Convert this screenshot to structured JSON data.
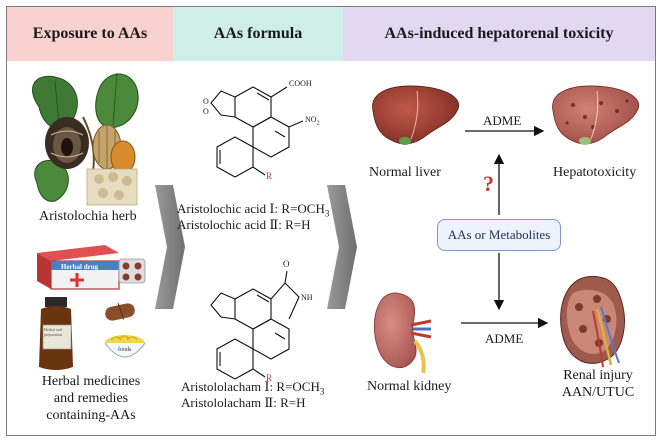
{
  "headers": {
    "exposure": "Exposure to AAs",
    "formula": "AAs  formula",
    "toxicity": "AAs-induced hepatorenal toxicity"
  },
  "exposure": {
    "herb_label": "Aristolochia herb",
    "herbal_drug_label": "Herbal drug",
    "bottle_label": "Herbal oral preparation",
    "foods_label": "foods",
    "medicines_label_line1": "Herbal medicines",
    "medicines_label_line2": "and remedies",
    "medicines_label_line3": "containing-AAs"
  },
  "formula": {
    "acid_cooh": "COOH",
    "acid_no2": "NO",
    "acid_no2_sub": "2",
    "acid_r": "R",
    "acid_line1": "Aristolochic acid Ⅰ: R=OCH",
    "acid_line1_sub": "3",
    "acid_line2": "Aristolochic acid Ⅱ: R=H",
    "lactam_o": "O",
    "lactam_nh": "NH",
    "lactam_r": "R",
    "lactam_line1": "Aristololacham Ⅰ: R=OCH",
    "lactam_line1_sub": "3",
    "lactam_line2": "Aristololacham Ⅱ: R=H",
    "ring_o1": "O",
    "ring_o2": "O"
  },
  "toxicity": {
    "normal_liver": "Normal liver",
    "adme_top": "ADME",
    "hepatotoxicity": "Hepatotoxicity",
    "question_mark": "?",
    "metabolites": "AAs or Metabolites",
    "normal_kidney": "Normal kidney",
    "adme_bottom": "ADME",
    "renal_line1": "Renal injury",
    "renal_line2": "AAN/UTUC"
  },
  "colors": {
    "exposure_header": "#f9d2cf",
    "formula_header": "#cfeee7",
    "toxicity_header": "#e2d8f1",
    "question": "#c0392b",
    "box_border": "#7a98c9"
  }
}
